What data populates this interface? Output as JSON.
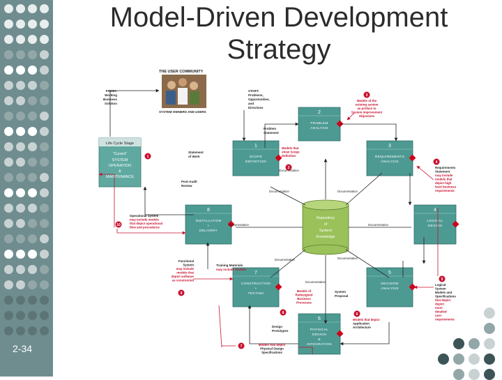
{
  "slide": {
    "title_line1": "Model-Driven Development",
    "title_line2": "Strategy",
    "slide_number": "2-34"
  },
  "colors": {
    "sidebar": "#6f8d8f",
    "phase_box": "#4d9a93",
    "annotation_red": "#c8102e",
    "diamond_red": "#d0021b"
  },
  "diagram": {
    "user_community": "THE USER COMMUNITY",
    "system_owners_users": "SYSTEM OWNERS AND USERS",
    "finish_label": [
      "FINISH:",
      "Working",
      "Business",
      "Solution"
    ],
    "start_label": [
      "START:",
      "Problems,",
      "Opportunities,",
      "and",
      "Directives"
    ],
    "life_cycle": {
      "header": "Life Cycle Stage",
      "current": "\"Current\"",
      "line1": "SYSTEM",
      "line2": "OPERATION",
      "line3": "&",
      "line4": "MAINTENANCE"
    },
    "phases": [
      {
        "num": "2",
        "name1": "PROBLEM",
        "name2": "ANALYSIS"
      },
      {
        "num": "1",
        "name1": "SCOPE",
        "name2": "DEFINITION"
      },
      {
        "num": "3",
        "name1": "REQUIREMENTS",
        "name2": "ANALYSIS"
      },
      {
        "num": "8",
        "name1": "INSTALLATION",
        "name2": "+",
        "name3": "DELIVERY"
      },
      {
        "num": "4",
        "name1": "LOGICAL",
        "name2": "DESIGN"
      },
      {
        "num": "7",
        "name1": "CONSTRUCTION",
        "name2": "+",
        "name3": "TESTING"
      },
      {
        "num": "5",
        "name1": "DECISION",
        "name2": "ANALYSIS"
      },
      {
        "num": "6",
        "name1": "PHYSICAL",
        "name2": "DESIGN",
        "name3": "&",
        "name4": "INTEGRATION"
      }
    ],
    "repository": [
      "Repository",
      "of",
      "System",
      "Knowledge"
    ],
    "flows": {
      "problem_statement": [
        "Problem",
        "Statement"
      ],
      "statement_of_work": [
        "Statement",
        "of Work"
      ],
      "post_audit": [
        "Post-Audit",
        "Review"
      ],
      "documentation": "Documentation",
      "training": [
        "Training Materials",
        "may include models"
      ],
      "design_prototypes": [
        "Design",
        "Prototypes"
      ],
      "system_proposal": [
        "System",
        "Proposal"
      ]
    },
    "annotations": {
      "a3": {
        "num": "3",
        "text": [
          "Models of the",
          "existing system",
          "as preface to",
          "System Improvement",
          "Objectives"
        ]
      },
      "a1": {
        "num": "1"
      },
      "a2": {
        "num": "2",
        "text": [
          "Models that",
          "show Scope",
          "Definition"
        ]
      },
      "a4": {
        "num": "4",
        "text_black": [
          "Requirements",
          "Statement"
        ],
        "text_red": [
          "may include",
          "models that",
          "depict high",
          "level business",
          "requirements"
        ]
      },
      "a10": {
        "num": "10",
        "text_black": [
          "Operational System"
        ],
        "text_red": [
          "may include models",
          "that depict operational",
          "flow and procedures"
        ]
      },
      "a9": {
        "num": "9",
        "text_black": [
          "Functional",
          "System"
        ],
        "text_red": [
          "may include",
          "models that",
          "depict software",
          "as constructed"
        ]
      },
      "a8": {
        "num": "8",
        "text": [
          "Models of",
          "Redesigned",
          "Business",
          "Processes"
        ]
      },
      "a5": {
        "num": "5",
        "text_black": [
          "Logical",
          "System",
          "Models and",
          "Specifications"
        ],
        "text_red": [
          "that depict",
          "depict",
          "more",
          "detailed",
          "user",
          "requirements"
        ]
      },
      "a6": {
        "num": "6",
        "text_red": [
          "Models that depict"
        ],
        "text_black": [
          "Application",
          "Architecture"
        ]
      },
      "a7": {
        "num": "7",
        "text_red": [
          "Models that depict"
        ],
        "text_black": [
          "Physical Design",
          "Specifications"
        ]
      }
    }
  }
}
